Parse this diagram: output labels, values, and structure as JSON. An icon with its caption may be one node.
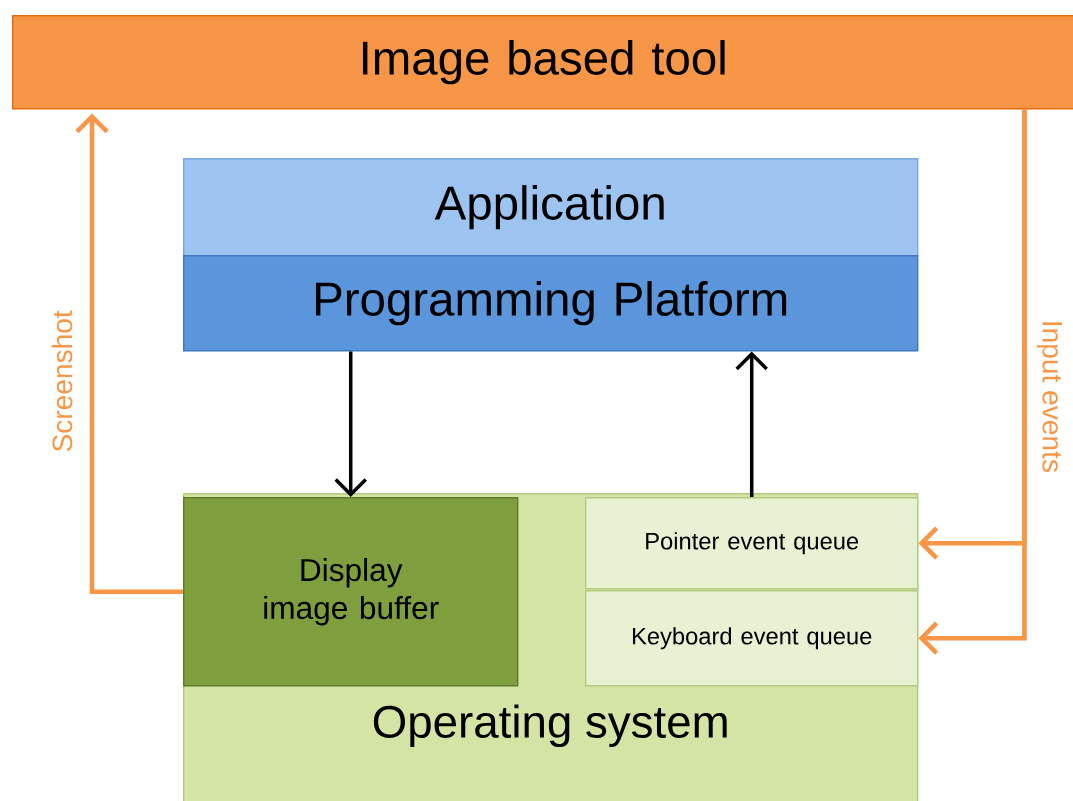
{
  "diagram": {
    "nodes": [
      {
        "text": [
          "Image based tool"
        ]
      },
      {
        "text": [
          "Application"
        ]
      },
      {
        "text": [
          "Programming Platform"
        ]
      },
      {
        "text": [
          "Operating system"
        ]
      },
      {
        "text": [
          "Display image buffer"
        ],
        "in": 3
      },
      {
        "text": [
          "Pointer event queue"
        ],
        "in": 3
      },
      {
        "text": [
          "Keyboard event queue"
        ],
        "in": 3
      }
    ],
    "edges": [
      {
        "from": 2,
        "to": 4,
        "arrow": "to",
        "color": "#000000"
      },
      {
        "from": 5,
        "to": 2,
        "arrow": "to",
        "color": "#000000"
      },
      {
        "from": 4,
        "to": 0,
        "arrow": "to",
        "label": "Screenshot",
        "color": "#f79646"
      },
      {
        "from": 0,
        "to": 5,
        "arrow": "to",
        "label": "Input events",
        "color": "#f79646"
      },
      {
        "from": 0,
        "to": 6,
        "arrow": "to",
        "color": "#f79646"
      }
    ]
  }
}
